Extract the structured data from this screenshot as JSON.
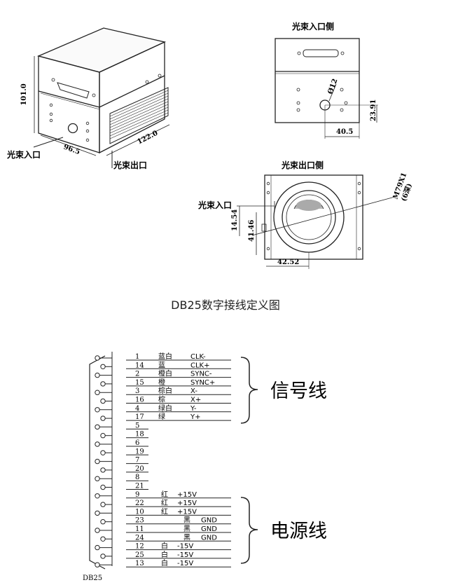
{
  "figure": {
    "iso_labels": {
      "input": "光束入口",
      "output": "光束出口",
      "dim_height": "101.0",
      "dim_depth": "96.5",
      "dim_length": "122.0"
    },
    "top_view": {
      "title": "光束入口侧",
      "dim_dia": "Ø12",
      "dim_h": "23.91",
      "dim_w": "40.5"
    },
    "out_view": {
      "title": "光束出口侧",
      "input_label": "光束入口",
      "thread": "M79X1",
      "thread_note": "(6深)",
      "dim_a": "14.54",
      "dim_b": "41.46",
      "dim_c": "42.52"
    }
  },
  "db25": {
    "title": "DB25数字接线定义图",
    "connector_label": "DB25",
    "group_signal": "信号线",
    "group_power": "电源线",
    "rows": [
      {
        "pin": "1",
        "color": "蓝白",
        "signal": "CLK-"
      },
      {
        "pin": "14",
        "color": "蓝",
        "signal": "CLK+"
      },
      {
        "pin": "2",
        "color": "橙白",
        "signal": "SYNC-"
      },
      {
        "pin": "15",
        "color": "橙",
        "signal": "SYNC+"
      },
      {
        "pin": "3",
        "color": "棕白",
        "signal": "X-"
      },
      {
        "pin": "16",
        "color": "棕",
        "signal": "X+"
      },
      {
        "pin": "4",
        "color": "绿白",
        "signal": "Y-"
      },
      {
        "pin": "17",
        "color": "绿",
        "signal": "Y+"
      },
      {
        "pin": "5",
        "color": "",
        "signal": ""
      },
      {
        "pin": "18",
        "color": "",
        "signal": ""
      },
      {
        "pin": "6",
        "color": "",
        "signal": ""
      },
      {
        "pin": "19",
        "color": "",
        "signal": ""
      },
      {
        "pin": "7",
        "color": "",
        "signal": ""
      },
      {
        "pin": "20",
        "color": "",
        "signal": ""
      },
      {
        "pin": "8",
        "color": "",
        "signal": ""
      },
      {
        "pin": "21",
        "color": "",
        "signal": ""
      },
      {
        "pin": "9",
        "color": "红",
        "signal": "+15V"
      },
      {
        "pin": "22",
        "color": "红",
        "signal": "+15V"
      },
      {
        "pin": "10",
        "color": "红",
        "signal": "+15V"
      },
      {
        "pin": "23",
        "color": "黑",
        "signal": "GND"
      },
      {
        "pin": "11",
        "color": "黑",
        "signal": "GND"
      },
      {
        "pin": "24",
        "color": "黑",
        "signal": "GND"
      },
      {
        "pin": "12",
        "color": "白",
        "signal": "-15V"
      },
      {
        "pin": "25",
        "color": "白",
        "signal": "-15V"
      },
      {
        "pin": "13",
        "color": "白",
        "signal": "-15V"
      }
    ]
  }
}
